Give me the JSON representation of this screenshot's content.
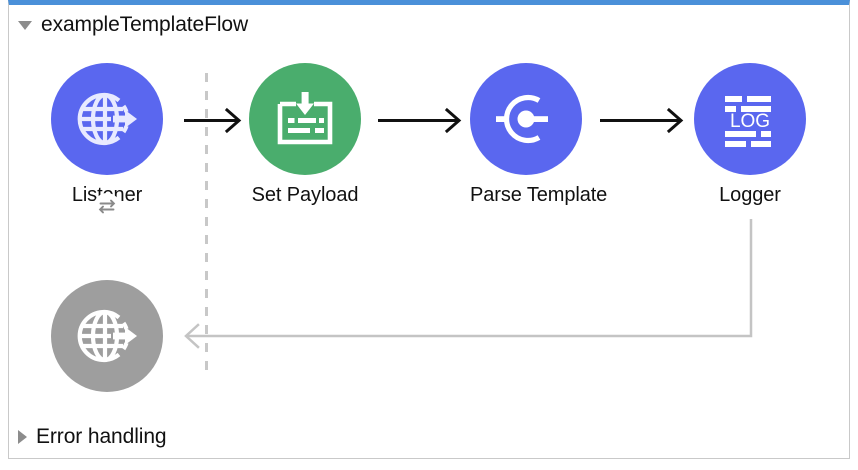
{
  "panel": {
    "accent_top_color": "#4a90d9",
    "border_color": "#c9c9c9",
    "background": "#ffffff"
  },
  "flow": {
    "name": "exampleTemplateFlow",
    "expanded": true,
    "toggle_icon": "triangle-down-icon"
  },
  "error_section": {
    "name": "Error handling",
    "expanded": false,
    "toggle_icon": "triangle-right-icon"
  },
  "colors": {
    "node_blue": "#5a67ef",
    "node_green": "#4aad6d",
    "node_grey": "#9e9e9e",
    "connector_black": "#111111",
    "connector_grey": "#c4c4c4",
    "divider_grey": "#c8c8c8"
  },
  "nodes": [
    {
      "id": "listener",
      "label": "Listener",
      "icon": "globe-arrow-icon",
      "color": "#5a67ef",
      "badge_icon": "bidirectional-arrow-icon",
      "has_badge": true
    },
    {
      "id": "set-payload",
      "label": "Set Payload",
      "icon": "set-payload-tray-icon",
      "color": "#4aad6d",
      "has_badge": false
    },
    {
      "id": "parse-template",
      "label": "Parse Template",
      "icon": "parse-template-c-icon",
      "color": "#5a67ef",
      "has_badge": false
    },
    {
      "id": "logger",
      "label": "Logger",
      "icon": "log-document-icon",
      "color": "#5a67ef",
      "has_badge": false
    },
    {
      "id": "listener-response",
      "label": "",
      "icon": "globe-arrow-icon",
      "color": "#9e9e9e",
      "has_badge": false
    }
  ],
  "connectors": [
    {
      "id": "listener-to-set-payload",
      "style": "solid-black-arrow"
    },
    {
      "id": "set-payload-to-parse-template",
      "style": "solid-black-arrow"
    },
    {
      "id": "parse-template-to-logger",
      "style": "solid-black-arrow"
    },
    {
      "id": "logger-to-response",
      "style": "grey-return-arrow"
    },
    {
      "id": "source-target-divider",
      "style": "dashed-vertical"
    }
  ]
}
